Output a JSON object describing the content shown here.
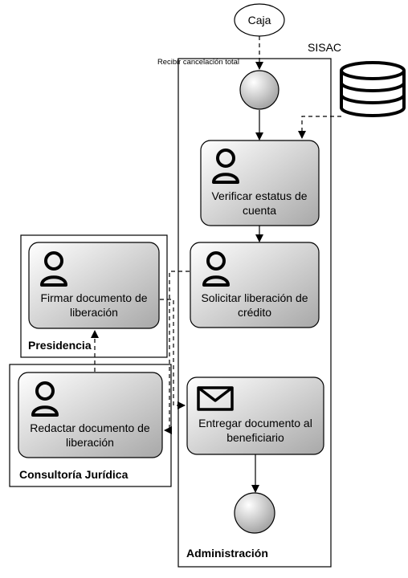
{
  "diagram": {
    "external_participant": "Caja",
    "sisac_label": "SISAC",
    "message_label": "Recibir cancelación total",
    "database_icon": "database-icon",
    "lanes": {
      "administracion": "Administración",
      "presidencia": "Presidencia",
      "consultoria": "Consultoría Jurídica"
    },
    "tasks": {
      "verificar": [
        "Verificar estatus de",
        "cuenta"
      ],
      "solicitar": [
        "Solicitar liberación de",
        "crédito"
      ],
      "firmar": [
        "Firmar documento de",
        "liberación"
      ],
      "redactar": [
        "Redactar documento de",
        "liberación"
      ],
      "entregar": [
        "Entregar documento al",
        "beneficiario"
      ]
    },
    "task_icons": {
      "verificar": "user-icon",
      "solicitar": "user-icon",
      "firmar": "user-icon",
      "redactar": "user-icon",
      "entregar": "envelope-icon"
    }
  }
}
